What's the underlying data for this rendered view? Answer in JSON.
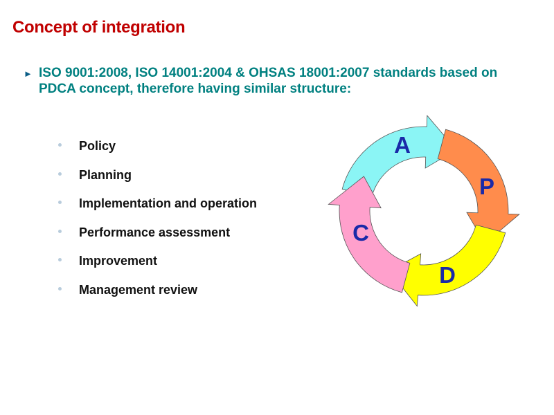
{
  "page": {
    "title": "Concept of integration",
    "lead": "ISO 9001:2008, ISO 14001:2004 & OHSAS 18001:2007 standards based on PDCA concept, therefore having similar structure:",
    "bullets": [
      "Policy",
      "Planning",
      "Implementation and operation",
      "Performance assessment",
      "Improvement",
      "Management review"
    ]
  },
  "cycle": {
    "labels": {
      "A": "A",
      "P": "P",
      "D": "D",
      "C": "C"
    },
    "colors": {
      "A": "#8bf5f5",
      "P": "#ff8c4c",
      "D": "#ffff00",
      "C": "#ffa0cc",
      "label": "#1a2aa8"
    }
  }
}
